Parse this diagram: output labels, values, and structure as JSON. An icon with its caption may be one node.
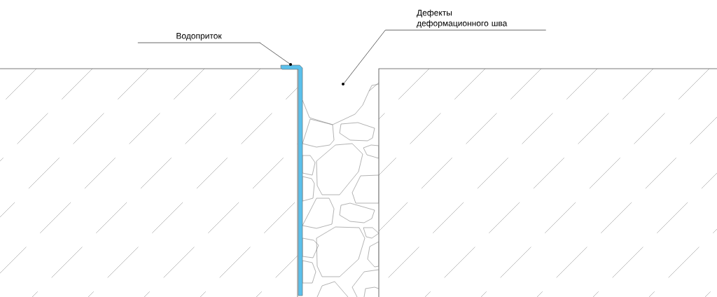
{
  "diagram": {
    "nodes": [
      {
        "text": [
          "Водоприток"
        ]
      },
      {
        "text": [],
        "shape": "bar"
      },
      {
        "text": [
          "Дефекты деформационного шва"
        ]
      },
      {
        "text": [],
        "shape": "circle"
      }
    ],
    "edges": [
      {
        "from": 0,
        "to": 1,
        "arrow": "none"
      },
      {
        "from": 2,
        "to": 3,
        "arrow": "none"
      }
    ]
  }
}
